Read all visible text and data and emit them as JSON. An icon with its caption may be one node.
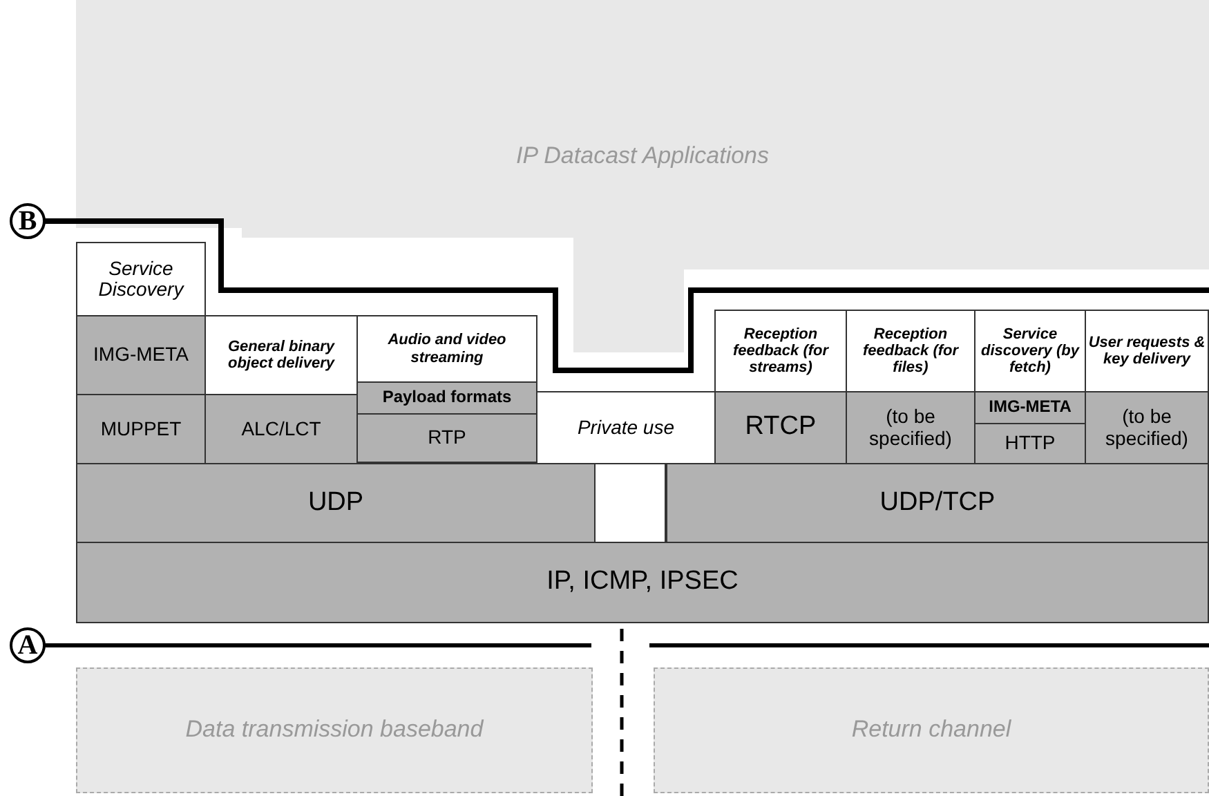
{
  "diagram": {
    "nodes": [
      {
        "text": [
          "IP Datacast Applications"
        ]
      },
      {
        "text": [
          "Service Discovery"
        ]
      },
      {
        "text": [
          "IMG-META"
        ]
      },
      {
        "text": [
          "General binary object delivery"
        ]
      },
      {
        "text": [
          "Audio and video streaming"
        ]
      },
      {
        "text": [
          "Reception feedback (for streams)"
        ]
      },
      {
        "text": [
          "Reception feedback (for files)"
        ]
      },
      {
        "text": [
          "Service discovery (by fetch)"
        ]
      },
      {
        "text": [
          "User requests & key delivery"
        ]
      },
      {
        "text": [
          "MUPPET"
        ]
      },
      {
        "text": [
          "ALC/LCT"
        ]
      },
      {
        "text": [
          "Payload formats"
        ]
      },
      {
        "text": [
          "RTP"
        ]
      },
      {
        "text": [
          "Private use"
        ]
      },
      {
        "text": [
          "RTCP"
        ]
      },
      {
        "text": [
          "(to be specified)"
        ]
      },
      {
        "text": [
          "IMG-META"
        ]
      },
      {
        "text": [
          "HTTP"
        ]
      },
      {
        "text": [
          "(to be specified)"
        ]
      },
      {
        "text": [
          "UDP"
        ]
      },
      {
        "text": [
          "UDP/TCP"
        ]
      },
      {
        "text": [
          "IP, ICMP, IPSEC"
        ]
      },
      {
        "text": [
          "Data transmission baseband"
        ]
      },
      {
        "text": [
          "Return channel"
        ]
      }
    ],
    "edges": [],
    "labels": [
      "B",
      "A"
    ]
  }
}
